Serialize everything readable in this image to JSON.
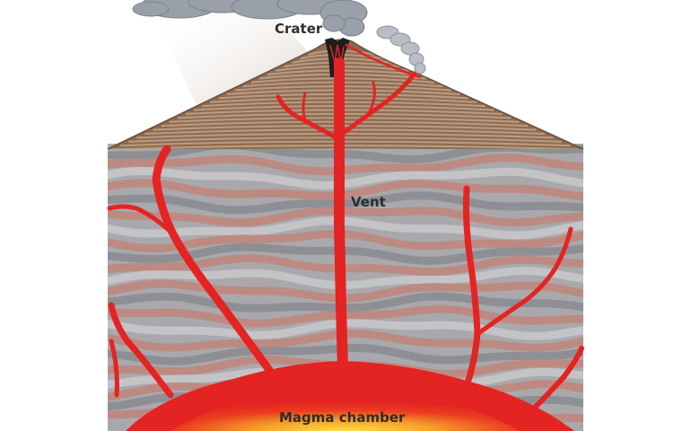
{
  "labels": {
    "crater": "Crater",
    "vent": "Vent",
    "magma_chamber": "Magma chamber"
  },
  "colors": {
    "lava": "#e42323",
    "lava_hot": "#f7e24a",
    "strata_grey": "#a9a9ad",
    "strata_dark": "#8e8f95",
    "strata_red": "#bd8a82",
    "cone_brown": "#8b6a52",
    "cone_stripe": "#b99a7f",
    "smoke": "#9aa0aa"
  }
}
